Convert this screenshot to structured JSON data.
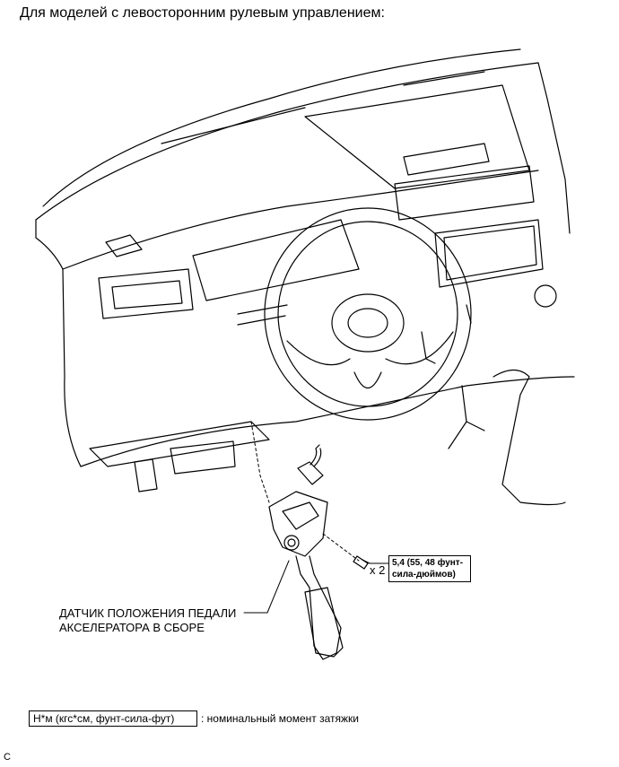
{
  "header": {
    "title": "Для моделей с левосторонним рулевым управлением:"
  },
  "callouts": {
    "torque_spec_line1": "5,4 (55, 48 фунт-",
    "torque_spec_line2": "сила-дюймов)",
    "quantity": "x 2",
    "part_label_line1": "ДАТЧИК ПОЛОЖЕНИЯ ПЕДАЛИ",
    "part_label_line2": "АКСЕЛЕРАТОРА В СБОРЕ"
  },
  "legend": {
    "unit_box": "Н*м (кгс*см, фунт-сила-фут)",
    "description": ": номинальный момент затяжки"
  },
  "footer": {
    "code": "C"
  }
}
